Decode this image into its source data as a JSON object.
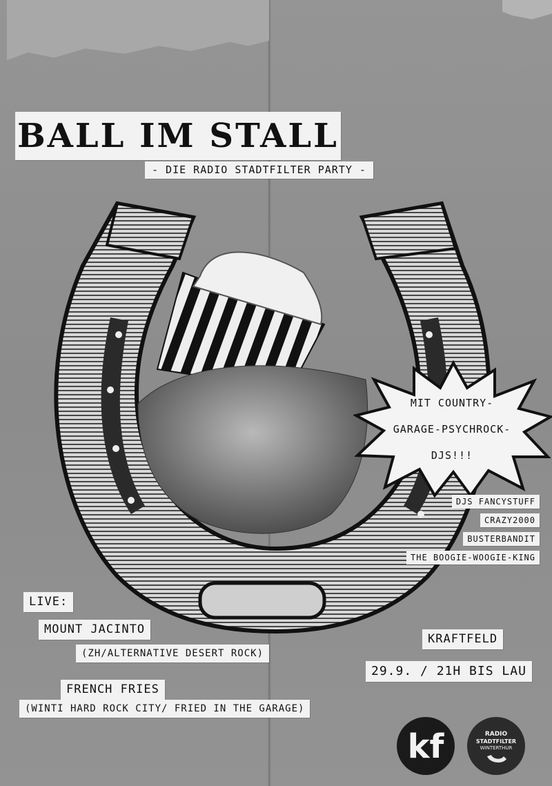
{
  "poster": {
    "title": "BALL IM STALL",
    "subtitle": "- DIE RADIO STADTFILTER PARTY -"
  },
  "starburst": {
    "lines": [
      "MIT COUNTRY-",
      "GARAGE-PSYCHROCK-",
      "DJS!!!"
    ]
  },
  "djs": [
    "DJS FANCYSTUFF",
    "CRAZY2000",
    "BUSTERBANDIT",
    "THE BOOGIE-WOOGIE-KING"
  ],
  "lineup": {
    "live_label": "LIVE:",
    "bands": [
      {
        "name": "MOUNT JACINTO",
        "desc": "(ZH/ALTERNATIVE DESERT ROCK)"
      },
      {
        "name": "FRENCH FRIES",
        "desc": "(WINTI HARD ROCK CITY/ FRIED IN THE GARAGE)"
      }
    ]
  },
  "event": {
    "venue": "KRAFTFELD",
    "date": "29.9. / 21H BIS LAU"
  },
  "logos": {
    "kf": "kf",
    "radio_lines": [
      "RADIO",
      "STADTFILTER",
      "WINTERTHUR"
    ]
  }
}
